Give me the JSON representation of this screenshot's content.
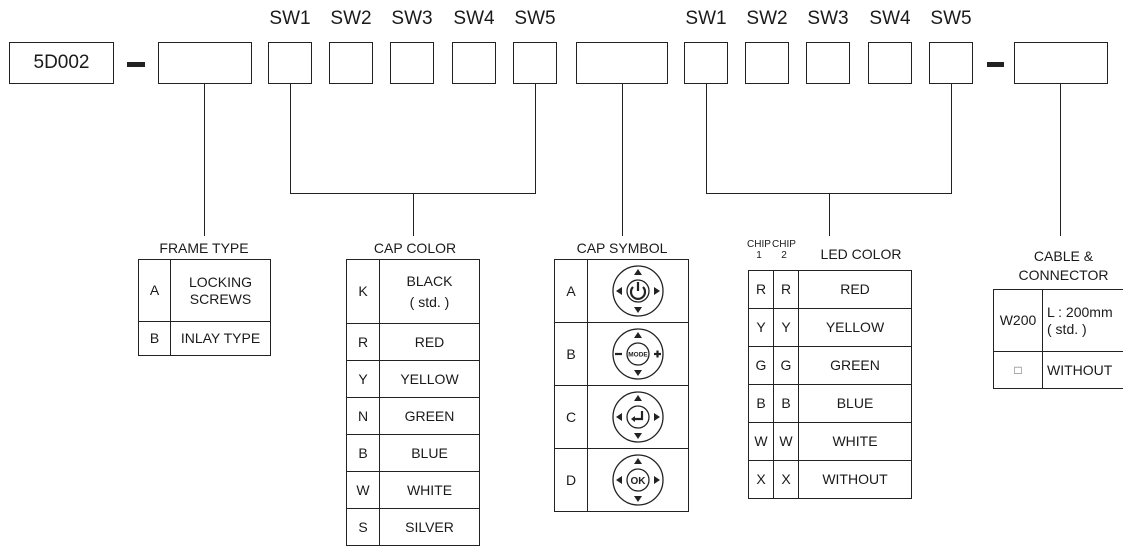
{
  "header": {
    "prefix_code": "5D002",
    "left_switch_labels": [
      "SW1",
      "SW2",
      "SW3",
      "SW4",
      "SW5"
    ],
    "right_switch_labels": [
      "SW1",
      "SW2",
      "SW3",
      "SW4",
      "SW5"
    ]
  },
  "frame_type": {
    "title": "FRAME TYPE",
    "rows": [
      {
        "code": "A",
        "label": "LOCKING\nSCREWS"
      },
      {
        "code": "B",
        "label": "INLAY TYPE"
      }
    ]
  },
  "cap_color": {
    "title": "CAP COLOR",
    "rows": [
      {
        "code": "K",
        "label": "BLACK\n( std. )"
      },
      {
        "code": "R",
        "label": "RED"
      },
      {
        "code": "Y",
        "label": "YELLOW"
      },
      {
        "code": "N",
        "label": "GREEN"
      },
      {
        "code": "B",
        "label": "BLUE"
      },
      {
        "code": "W",
        "label": "WHITE"
      },
      {
        "code": "S",
        "label": "SILVER"
      }
    ]
  },
  "cap_symbol": {
    "title": "CAP SYMBOL",
    "rows": [
      {
        "code": "A",
        "icon": "power-symbol",
        "center_text": ""
      },
      {
        "code": "B",
        "icon": "mode-plus-minus-symbol",
        "center_text": "MODE"
      },
      {
        "code": "C",
        "icon": "enter-symbol",
        "center_text": ""
      },
      {
        "code": "D",
        "icon": "ok-symbol",
        "center_text": "OK"
      }
    ]
  },
  "led_color": {
    "title": "LED COLOR",
    "chip1_label": "CHIP\n1",
    "chip2_label": "CHIP\n2",
    "rows": [
      {
        "chip1": "R",
        "chip2": "R",
        "label": "RED"
      },
      {
        "chip1": "Y",
        "chip2": "Y",
        "label": "YELLOW"
      },
      {
        "chip1": "G",
        "chip2": "G",
        "label": "GREEN"
      },
      {
        "chip1": "B",
        "chip2": "B",
        "label": "BLUE"
      },
      {
        "chip1": "W",
        "chip2": "W",
        "label": "WHITE"
      },
      {
        "chip1": "X",
        "chip2": "X",
        "label": "WITHOUT"
      }
    ]
  },
  "cable": {
    "title": "CABLE &\nCONNECTOR",
    "rows": [
      {
        "code": "W200",
        "label": "L : 200mm\n( std. )"
      },
      {
        "code": "□",
        "label": "WITHOUT"
      }
    ]
  }
}
